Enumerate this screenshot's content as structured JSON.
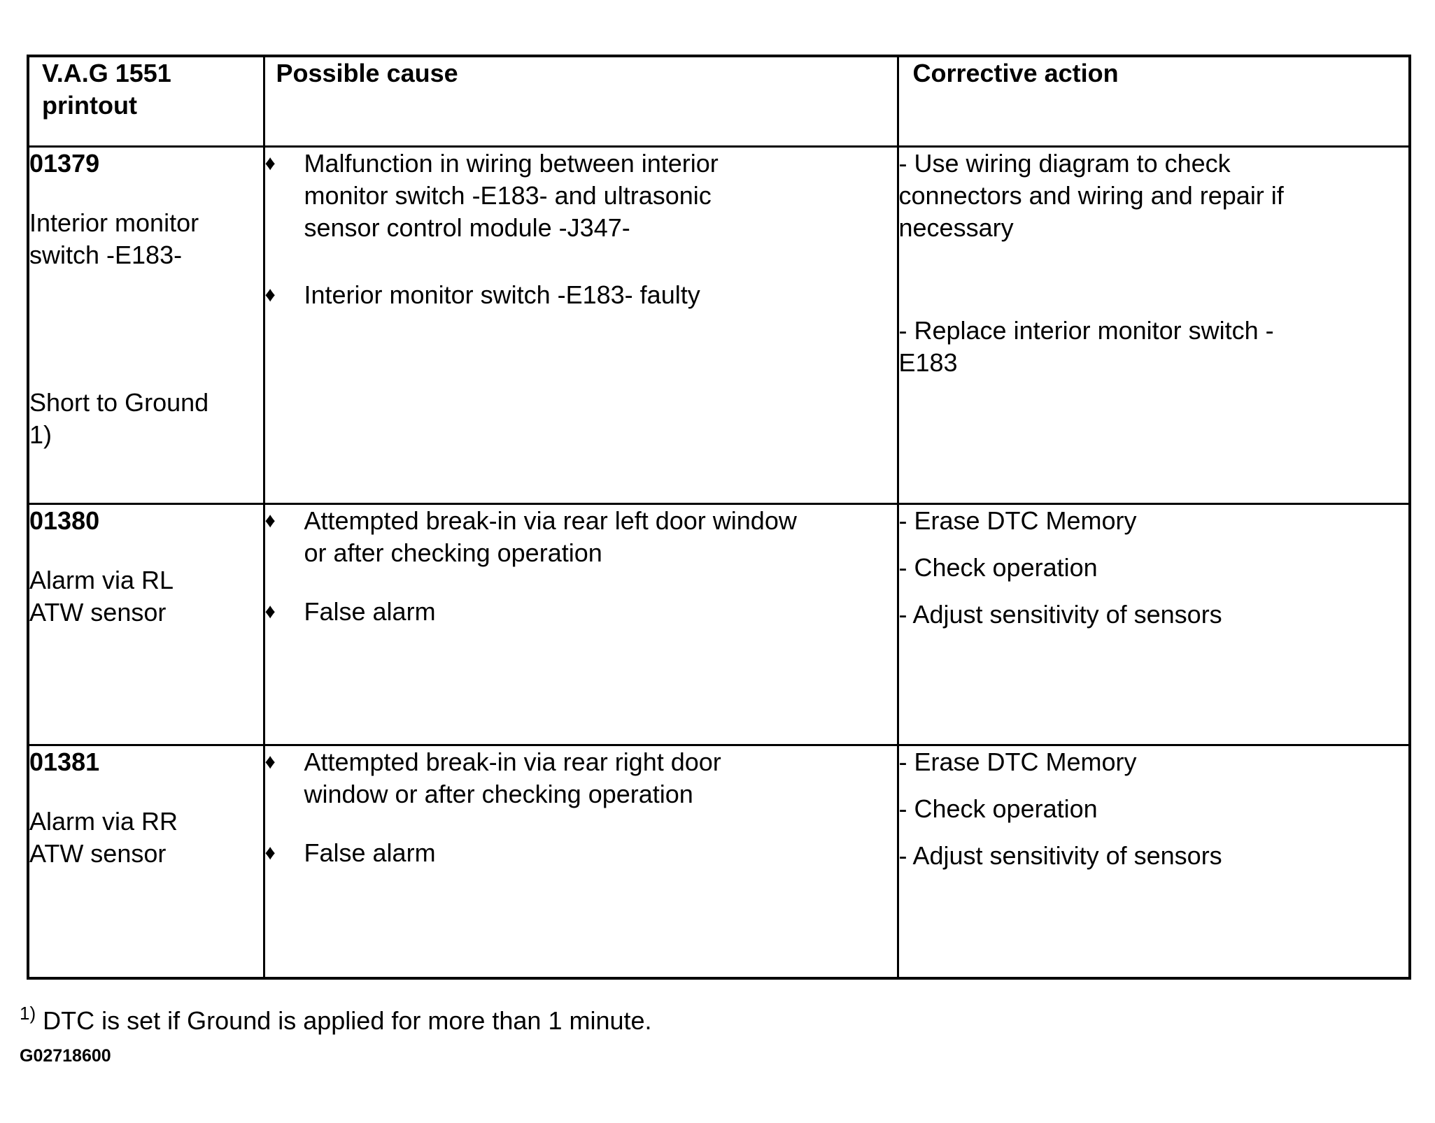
{
  "table": {
    "bullet_glyph": "♦",
    "headers": {
      "col1": "V.A.G 1551 printout",
      "col2": "Possible cause",
      "col3": "Corrective action"
    },
    "rows": [
      {
        "code": "01379",
        "label": "Interior monitor switch -E183-",
        "qualifier": "Short to Ground 1)",
        "causes": [
          "Malfunction in wiring between interior monitor switch -E183- and ultrasonic sensor control module -J347-",
          "Interior monitor switch -E183- faulty"
        ],
        "actions": [
          "- Use wiring diagram to check connectors and wiring and repair if necessary",
          "- Replace interior monitor switch -E183"
        ]
      },
      {
        "code": "01380",
        "label": "Alarm via RL ATW sensor",
        "causes": [
          "Attempted break-in via rear left door window or after checking operation",
          "False alarm"
        ],
        "actions": [
          "- Erase DTC Memory",
          "- Check operation",
          "- Adjust sensitivity of sensors"
        ]
      },
      {
        "code": "01381",
        "label": "Alarm via RR ATW sensor",
        "causes": [
          "Attempted break-in via rear right door window or after checking operation",
          "False alarm"
        ],
        "actions": [
          "- Erase DTC Memory",
          "- Check operation",
          "- Adjust sensitivity of sensors"
        ]
      }
    ]
  },
  "footnote": {
    "marker": "1)",
    "text": "DTC is set if Ground is applied for more than 1 minute."
  },
  "figure_id": "G02718600",
  "colors": {
    "text": "#000000",
    "background": "#ffffff",
    "border": "#000000"
  }
}
